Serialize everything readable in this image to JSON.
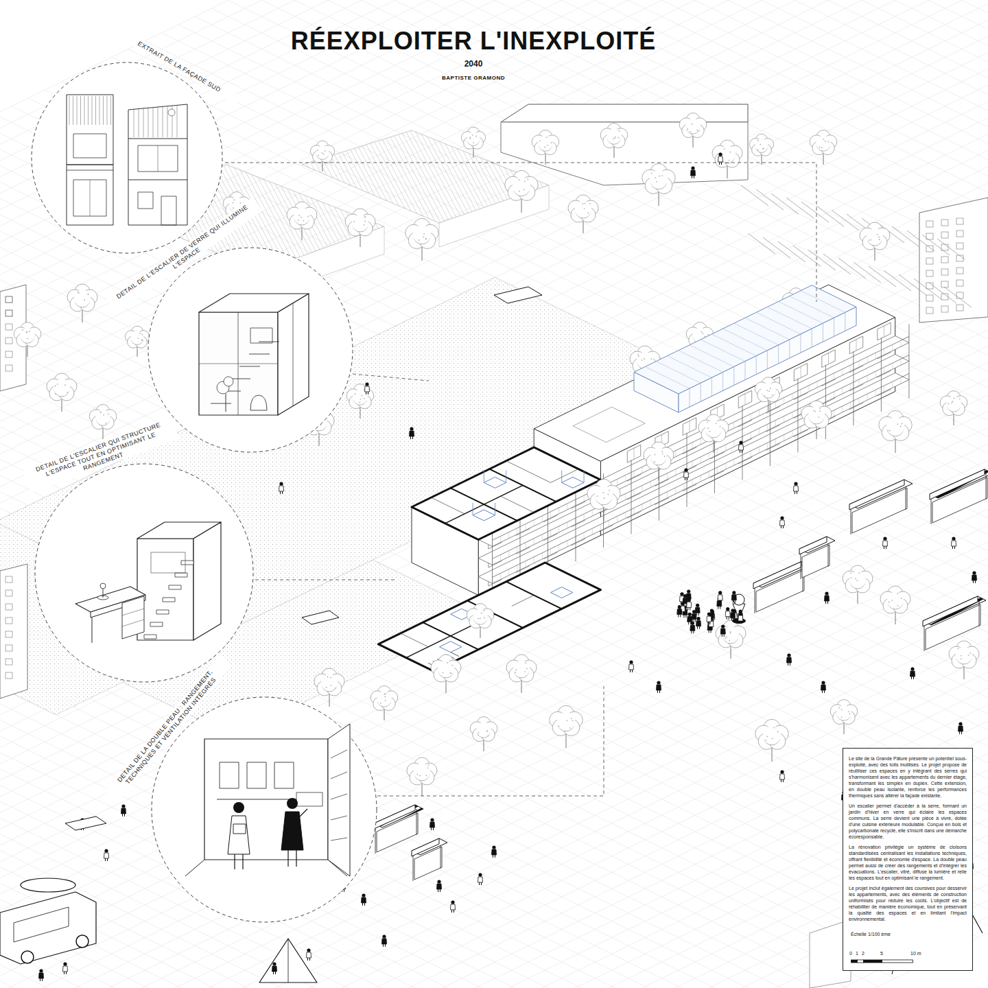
{
  "diagram": {
    "title": "RÉEXPLOITER L'INEXPLOITÉ",
    "nodes": [
      {
        "text": [
          "EXTRAIT DE LA FAÇADE SUD"
        ]
      },
      {
        "text": [
          "DETAIL DE L'ESCALIER DE VERRE QUI ILLUMINE L'ESPACE"
        ]
      },
      {
        "text": [
          "DETAIL DE L'ESCALIER QUI STRUCTURE L'ESPACE TOUT EN OPTIMISANT LE RANGEMENT"
        ]
      },
      {
        "text": [
          "DETAIL DE LA DOUBLE PEAU : RANGEMENT, TECHNIQUES ET VENTILATION INTÉGRÉS"
        ]
      },
      {
        "text": [
          "Le site de la Grande Pâture présente un potentiel sous-exploité, avec des toits inutilisés. Le projet propose de réutiliser ces espaces en y intégrant des serres qui s'harmonisent avec les appartements du dernier étage, transformant les simplex en duplex. Cette extension, en double peau isolante, renforce les performances thermiques sans altérer la façade existante.",
          "Un escalier permet d'accéder à la serre, formant un jardin d'hiver en verre qui éclaire les espaces communs. La serre devient une pièce à vivre, dotée d'une cuisine extérieure modulable. Conçue en bois et polycarbonate recyclé, elle s'inscrit dans une démarche écoresponsable.",
          "La rénovation privilégie un système de cloisons standardisées centralisant les installations techniques, offrant flexibilité et économie d'espace. La double peau permet aussi de créer des rangements et d'intégrer les évacuations. L'escalier, vitré, diffuse la lumière et relie les espaces tout en optimisant le rangement.",
          "Le projet inclut également des coursives pour desservir les appartements, avec des éléments de construction uniformisés pour réduire les coûts. L'objectif est de réhabiliter de manière économique, tout en préservant la qualité des espaces et en limitant l'impact environnemental."
        ]
      }
    ],
    "labels": [
      "2040",
      "BAPTISTE GRAMOND",
      "Échelle 1/100 ème",
      "0",
      "1",
      "2",
      "5",
      "10 m"
    ]
  }
}
